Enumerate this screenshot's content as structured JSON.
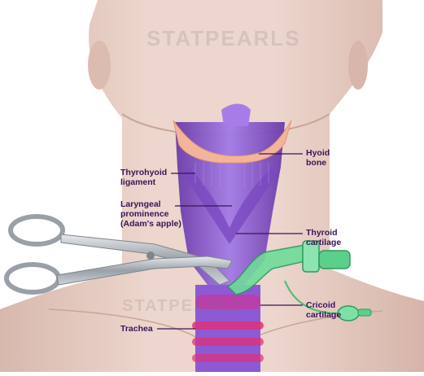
{
  "watermarks": [
    "STATPEARLS",
    "STATPEARLS"
  ],
  "labels": {
    "hyoid_bone": "Hyoid\nbone",
    "thyrohyoid_ligament": "Thyrohyoid\nligament",
    "laryngeal_prominence": "Laryngeal\nprominence\n(Adam's apple)",
    "thyroid_cartilage": "Thyroid\ncartilage",
    "cricoid_cartilage": "Cricoid\ncartilage",
    "trachea": "Trachea"
  },
  "colors": {
    "skin": "#e7cfc6",
    "larynx": "#8a5ad0",
    "hyoid": "#f2b59a",
    "trachea_ring": "#e0307a",
    "instrument": "#b8bcc2",
    "tube": "#5ad08a"
  }
}
